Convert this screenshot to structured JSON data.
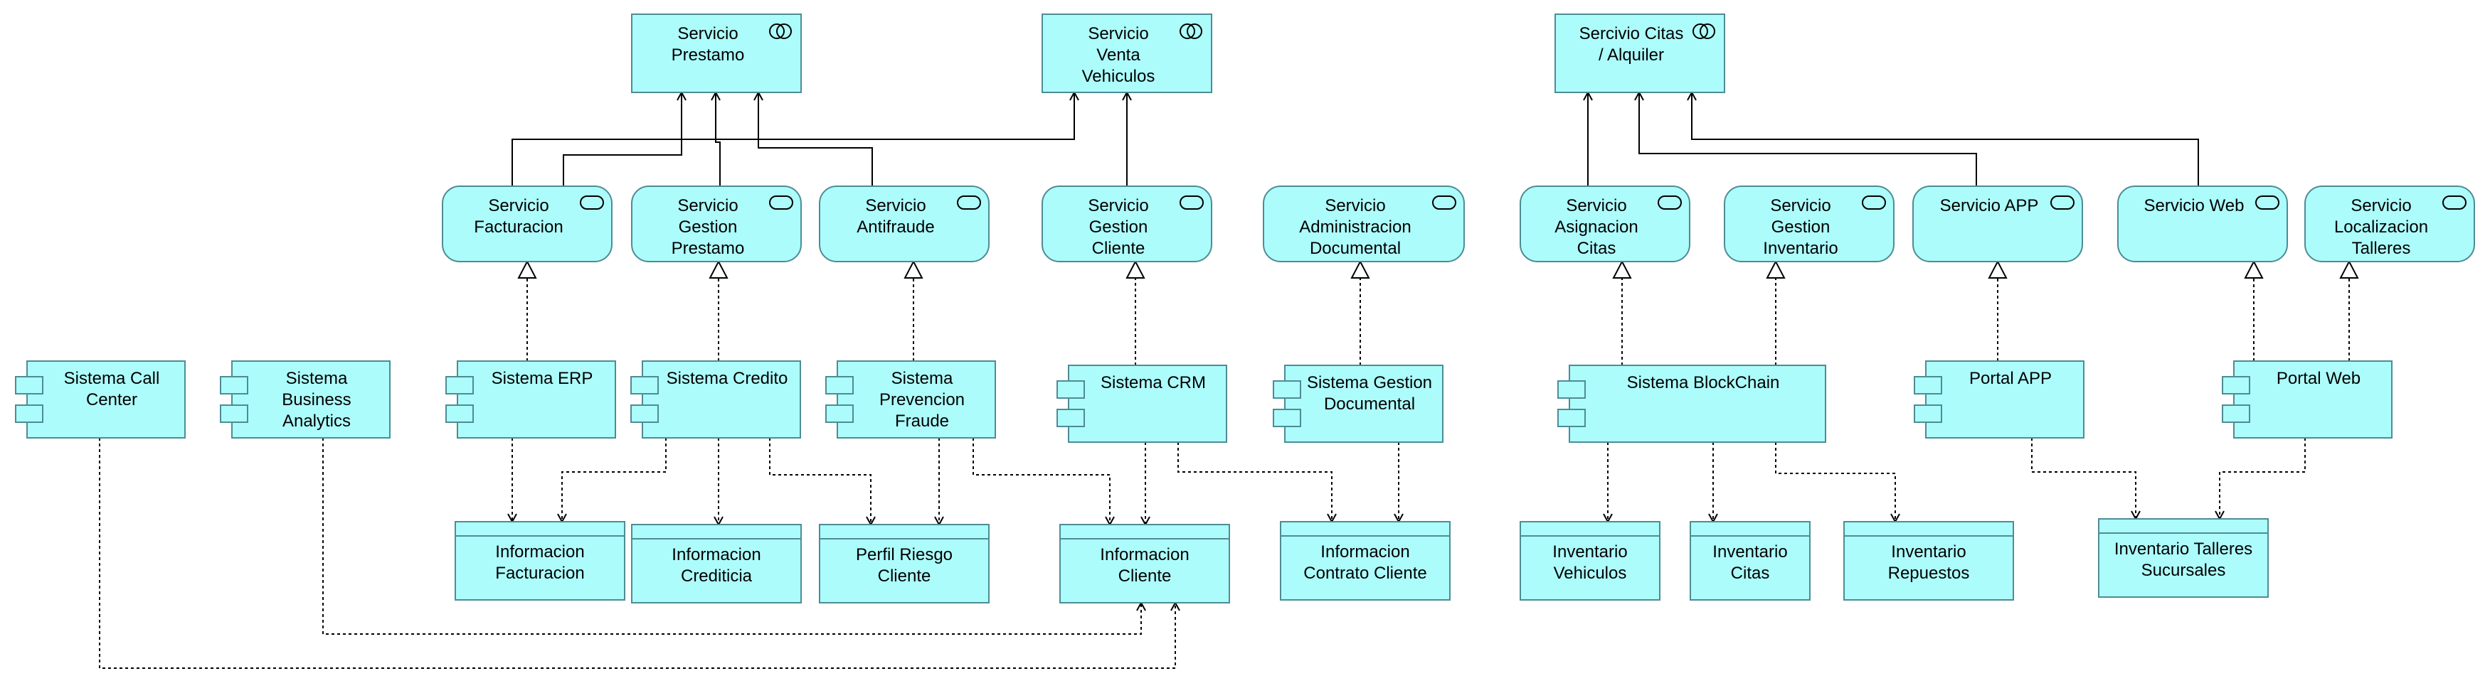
{
  "colors": {
    "fill": "#adfcfc",
    "stroke": "#4e8c94",
    "line": "#000000"
  },
  "business_services": [
    {
      "id": "svc-prestamo",
      "lines": [
        "Servicio",
        "Prestamo"
      ],
      "icon": "service-interface-icon"
    },
    {
      "id": "svc-venta",
      "lines": [
        "Servicio",
        "Venta",
        "Vehiculos"
      ],
      "icon": "service-interface-icon"
    },
    {
      "id": "svc-citas",
      "lines": [
        "Sercivio Citas",
        "/ Alquiler"
      ],
      "icon": "service-interface-icon"
    }
  ],
  "app_services": [
    {
      "id": "svc-facturacion",
      "lines": [
        "Servicio",
        "Facturacion"
      ],
      "icon": "service-icon"
    },
    {
      "id": "svc-gestion-prestamo",
      "lines": [
        "Servicio",
        "Gestion",
        "Prestamo"
      ],
      "icon": "service-icon"
    },
    {
      "id": "svc-antifraude",
      "lines": [
        "Servicio",
        "Antifraude"
      ],
      "icon": "service-icon"
    },
    {
      "id": "svc-gestion-cliente",
      "lines": [
        "Servicio",
        "Gestion",
        "Cliente"
      ],
      "icon": "service-icon"
    },
    {
      "id": "svc-admin-documental",
      "lines": [
        "Servicio",
        "Administracion",
        "Documental"
      ],
      "icon": "service-icon"
    },
    {
      "id": "svc-asignacion-citas",
      "lines": [
        "Servicio",
        "Asignacion",
        "Citas"
      ],
      "icon": "service-icon"
    },
    {
      "id": "svc-gestion-inventario",
      "lines": [
        "Servicio",
        "Gestion",
        "Inventario"
      ],
      "icon": "service-icon"
    },
    {
      "id": "svc-app",
      "lines": [
        "Servicio APP"
      ],
      "icon": "service-icon"
    },
    {
      "id": "svc-web",
      "lines": [
        "Servicio Web"
      ],
      "icon": "service-icon"
    },
    {
      "id": "svc-localizacion",
      "lines": [
        "Servicio",
        "Localizacion",
        "Talleres"
      ],
      "icon": "service-icon"
    }
  ],
  "components": [
    {
      "id": "cmp-callcenter",
      "lines": [
        "Sistema Call",
        "Center"
      ]
    },
    {
      "id": "cmp-analytics",
      "lines": [
        "Sistema",
        "Business",
        "Analytics"
      ]
    },
    {
      "id": "cmp-erp",
      "lines": [
        "Sistema ERP"
      ]
    },
    {
      "id": "cmp-credito",
      "lines": [
        "Sistema Credito"
      ]
    },
    {
      "id": "cmp-fraude",
      "lines": [
        "Sistema",
        "Prevencion",
        "Fraude"
      ]
    },
    {
      "id": "cmp-crm",
      "lines": [
        "Sistema CRM"
      ]
    },
    {
      "id": "cmp-documental",
      "lines": [
        "Sistema Gestion",
        "Documental"
      ]
    },
    {
      "id": "cmp-blockchain",
      "lines": [
        "Sistema BlockChain"
      ]
    },
    {
      "id": "cmp-portal-app",
      "lines": [
        "Portal APP"
      ]
    },
    {
      "id": "cmp-portal-web",
      "lines": [
        "Portal Web"
      ]
    }
  ],
  "data_objects": [
    {
      "id": "dat-facturacion",
      "lines": [
        "Informacion",
        "Facturacion"
      ]
    },
    {
      "id": "dat-crediticia",
      "lines": [
        "Informacion",
        "Crediticia"
      ]
    },
    {
      "id": "dat-riesgo",
      "lines": [
        "Perfil Riesgo",
        "Cliente"
      ]
    },
    {
      "id": "dat-cliente",
      "lines": [
        "Informacion",
        "Cliente"
      ]
    },
    {
      "id": "dat-contrato",
      "lines": [
        "Informacion",
        "Contrato Cliente"
      ]
    },
    {
      "id": "dat-vehiculos",
      "lines": [
        "Inventario",
        "Vehiculos"
      ]
    },
    {
      "id": "dat-citas",
      "lines": [
        "Inventario",
        "Citas"
      ]
    },
    {
      "id": "dat-repuestos",
      "lines": [
        "Inventario",
        "Repuestos"
      ]
    },
    {
      "id": "dat-talleres",
      "lines": [
        "Inventario Talleres",
        "Sucursales"
      ]
    }
  ]
}
